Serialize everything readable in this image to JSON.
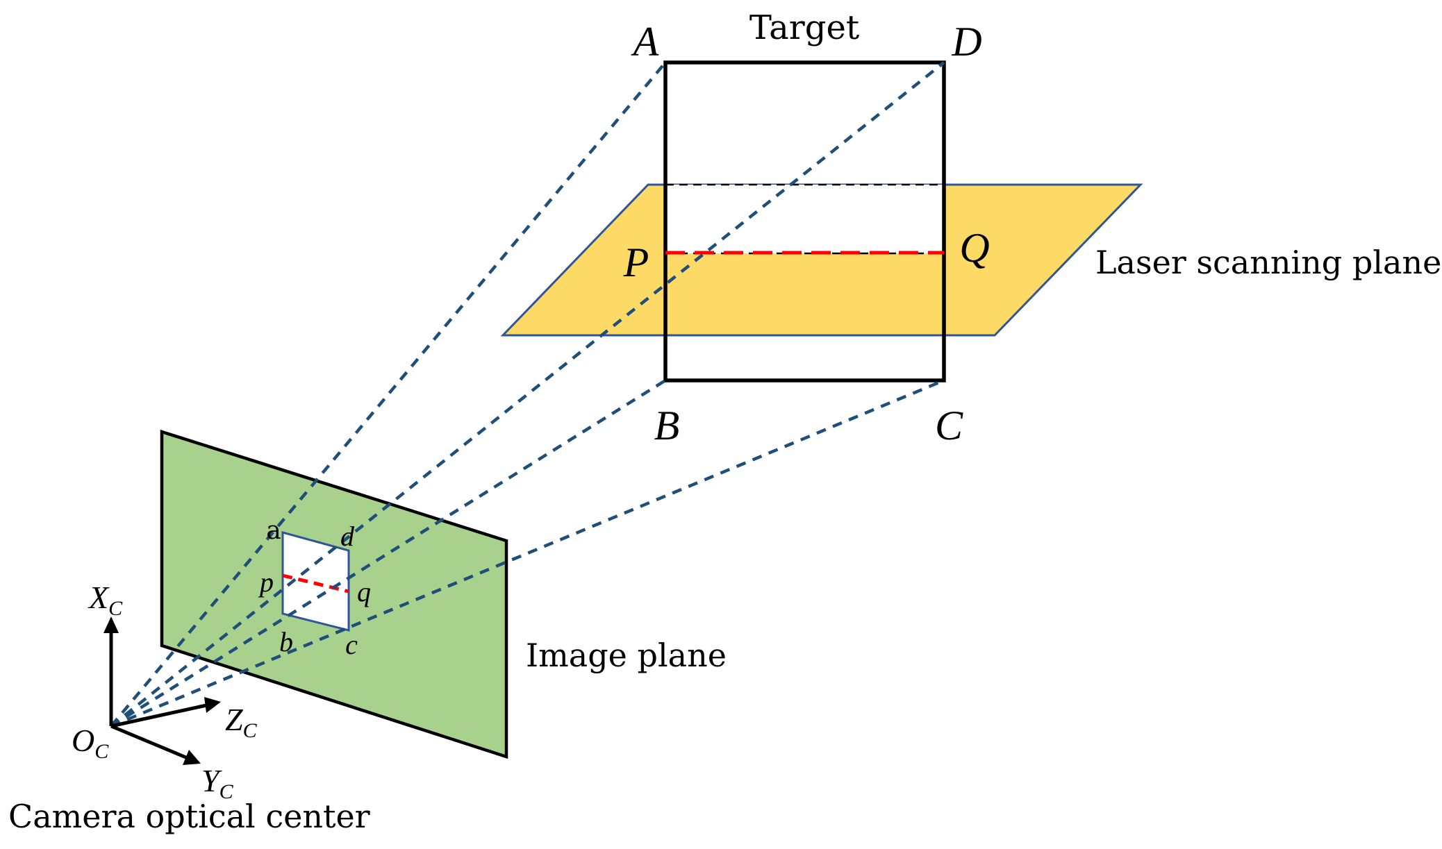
{
  "labels": {
    "target": "Target",
    "laser_plane": "Laser scanning plane",
    "image_plane": "Image plane",
    "camera_center": "Camera optical center",
    "corner_A": "A",
    "corner_B": "B",
    "corner_C": "C",
    "corner_D": "D",
    "point_P": "P",
    "point_Q": "Q",
    "img_a": "a",
    "img_b": "b",
    "img_c": "c",
    "img_d": "d",
    "img_p": "p",
    "img_q": "q",
    "axis_X": "X",
    "axis_Y": "Y",
    "axis_Z": "Z",
    "origin_O": "O",
    "subscript_c": "C"
  },
  "colors": {
    "laser_plane_fill": "#fdd966",
    "laser_plane_stroke": "#2f5597",
    "image_plane_fill": "#a9d18e",
    "image_plane_stroke": "#000000",
    "ray": "#1f4e79",
    "intersection_line": "#ff0000",
    "target_edge": "#000000"
  }
}
